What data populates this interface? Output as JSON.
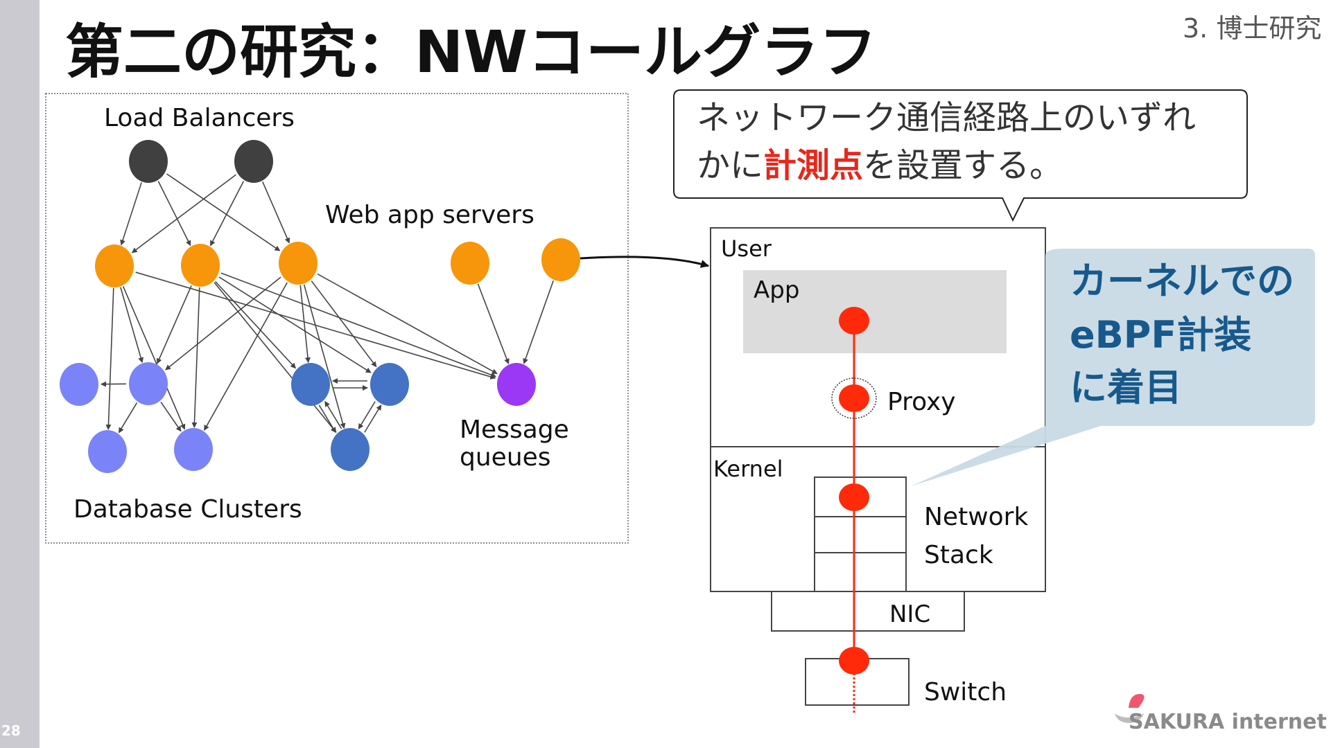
{
  "slide": {
    "title": "第二の研究：NWコールグラフ",
    "section": "3. 博士研究",
    "page_number": "28"
  },
  "callgraph": {
    "load_balancers_label": "Load Balancers",
    "web_app_servers_label": "Web app servers",
    "message_queues_label": [
      "Message",
      "queues"
    ],
    "database_clusters_label": "Database Clusters",
    "colors": {
      "load_balancer": "#404040",
      "web_app_server": "#f7960a",
      "database_light": "#7b83f8",
      "database_dark": "#4472c4",
      "message_queue": "#9a38f5"
    }
  },
  "speech_bubble": {
    "line1": "ネットワーク通信経路上のいずれ",
    "line2_prefix": "かに",
    "line2_highlight": "計測点",
    "line2_suffix": "を設置する。",
    "highlight_color": "#e8261a"
  },
  "stack": {
    "user_label": "User",
    "app_label": "App",
    "proxy_label": "Proxy",
    "kernel_label": "Kernel",
    "network_label": "Network",
    "stack_label": "Stack",
    "nic_label": "NIC",
    "switch_label": "Switch",
    "probe_color": "#ff2a0a"
  },
  "kernel_callout": {
    "lines": [
      "カーネルでの",
      "eBPF計装",
      "に着目"
    ],
    "text_color": "#17598c",
    "background": "#c9dae5"
  },
  "logo": {
    "text": "SAKURA internet"
  }
}
